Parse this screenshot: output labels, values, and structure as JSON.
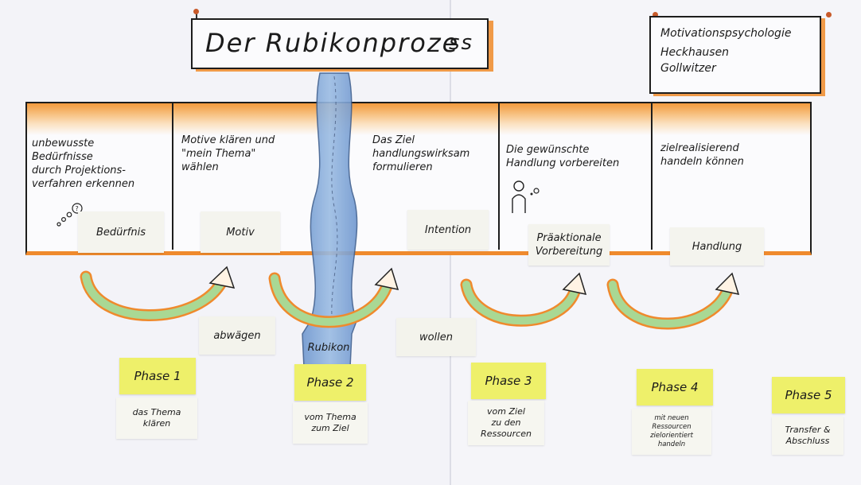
{
  "title": {
    "left": "Der Rubikonproze",
    "right": "ss"
  },
  "info_board": [
    "Motivationspsychologie",
    "Heckhausen",
    "Gollwitzer"
  ],
  "stages": [
    {
      "description": "unbewusste\nBedürfnisse\ndurch Projektions-\nverfahren erkennen",
      "label": "Bedürfnis"
    },
    {
      "description": "Motive klären und\n\"mein Thema\"\nwählen",
      "label": "Motiv"
    },
    {
      "description": "Das Ziel\nhandlungswirksam\nformulieren",
      "label": "Intention"
    },
    {
      "description": "Die gewünschte\nHandlung vorbereiten",
      "label": "Präaktionale\nVorbereitung"
    },
    {
      "description": "zielrealisierend\nhandeln können",
      "label": "Handlung"
    }
  ],
  "transitions": {
    "abwaegen": "abwägen",
    "rubikon": "Rubikon",
    "wollen": "wollen"
  },
  "phases": [
    {
      "title": "Phase 1",
      "subtitle": "das Thema\nklären"
    },
    {
      "title": "Phase 2",
      "subtitle": "vom Thema\nzum Ziel"
    },
    {
      "title": "Phase 3",
      "subtitle": "vom Ziel\nzu den\nRessourcen"
    },
    {
      "title": "Phase 4",
      "subtitle": "mit neuen\nRessourcen\nzielorientiert\nhandeln"
    },
    {
      "title": "Phase 5",
      "subtitle": "Transfer &\nAbschluss"
    }
  ],
  "colors": {
    "orange": "#ef8a2d",
    "river_blue": "#7ea6d6",
    "phase_yellow": "#eef06a",
    "arrow_green": "#9fd38a"
  }
}
